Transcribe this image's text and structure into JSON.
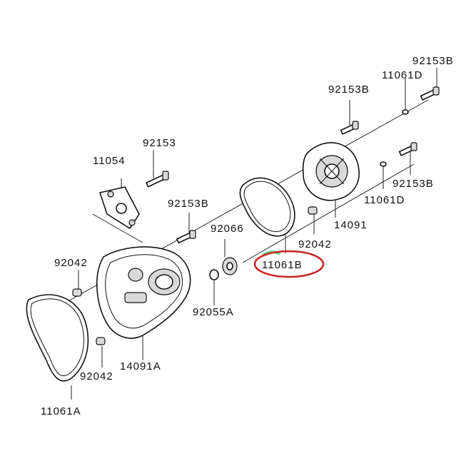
{
  "labels": {
    "b0": "92153B",
    "b1": "11061D",
    "b2": "92153B",
    "b3": "92153",
    "b4": "11054",
    "b5": "92153B",
    "b6": "11061D",
    "b7": "92153B",
    "b8": "92066",
    "b9": "14091",
    "b10": "92042",
    "b11": "92042",
    "b12": "11061B",
    "b13": "92055A",
    "b14": "14091A",
    "b15": "92042",
    "b16": "11061A"
  },
  "colors": {
    "highlight_oval": "#cc2222",
    "highlight_mark": "#6fcf8f",
    "line": "#222222"
  }
}
